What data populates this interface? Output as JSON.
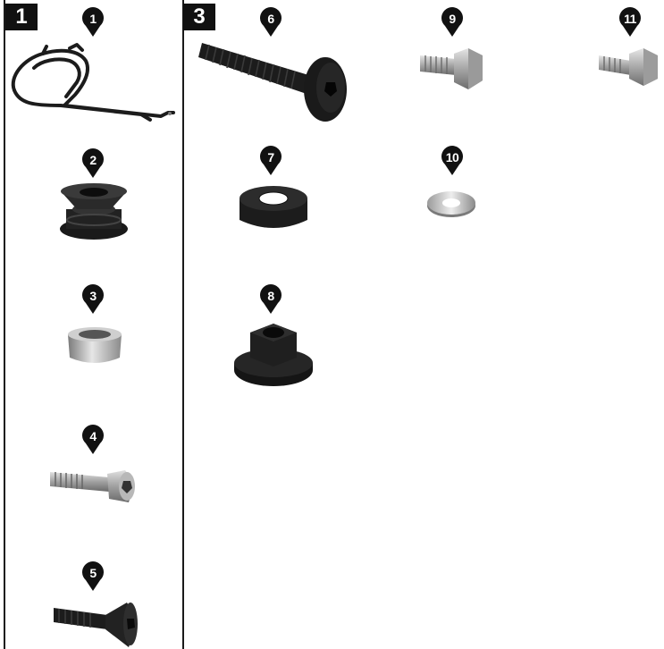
{
  "sections": [
    {
      "label": "1"
    },
    {
      "label": "3"
    }
  ],
  "parts": [
    {
      "number": "1",
      "icon": "bracket-icon"
    },
    {
      "number": "2",
      "icon": "grommet-icon"
    },
    {
      "number": "3",
      "icon": "spacer-sleeve-icon"
    },
    {
      "number": "4",
      "icon": "socket-cap-screw-icon"
    },
    {
      "number": "5",
      "icon": "countersunk-screw-icon"
    },
    {
      "number": "6",
      "icon": "button-head-screw-icon"
    },
    {
      "number": "7",
      "icon": "spacer-ring-icon"
    },
    {
      "number": "8",
      "icon": "flange-nut-icon"
    },
    {
      "number": "9",
      "icon": "hex-bolt-icon"
    },
    {
      "number": "10",
      "icon": "washer-icon"
    },
    {
      "number": "11",
      "icon": "hex-bolt-short-icon"
    }
  ],
  "colors": {
    "marker": "#111111",
    "black_part": "#1c1c1c",
    "metal_light": "#d9d9d9",
    "metal_mid": "#a8a8a8",
    "metal_dark": "#6e6e6e"
  }
}
